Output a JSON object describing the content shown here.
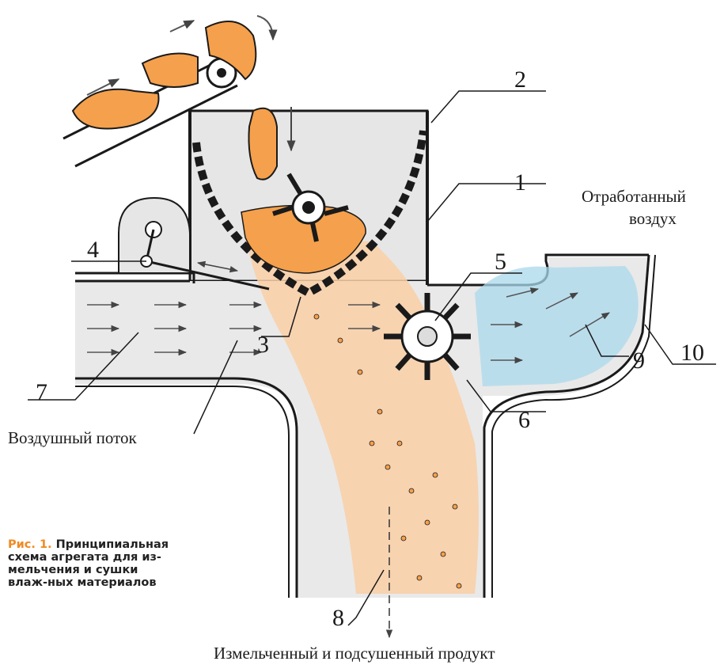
{
  "labels": {
    "n1": "1",
    "n2": "2",
    "n3": "3",
    "n4": "4",
    "n5": "5",
    "n6": "6",
    "n7": "7",
    "n8": "8",
    "n9": "9",
    "n10": "10",
    "exhaust_line1": "Отработанный",
    "exhaust_line2": "воздух",
    "airflow": "Воздушный поток",
    "product": "Измельченный и подсушенный продукт"
  },
  "caption": {
    "figure": "Рис. 1.",
    "text": "Принципиальная схема агрегата для из-мельчения и сушки влаж-ных материалов"
  },
  "colors": {
    "material": "#f5a04c",
    "material_light": "#f9cfa6",
    "air_blue": "#a9d8ec",
    "body_gray": "#e6e6e6",
    "outline": "#1a1a1a",
    "caption_accent": "#f08a24"
  }
}
